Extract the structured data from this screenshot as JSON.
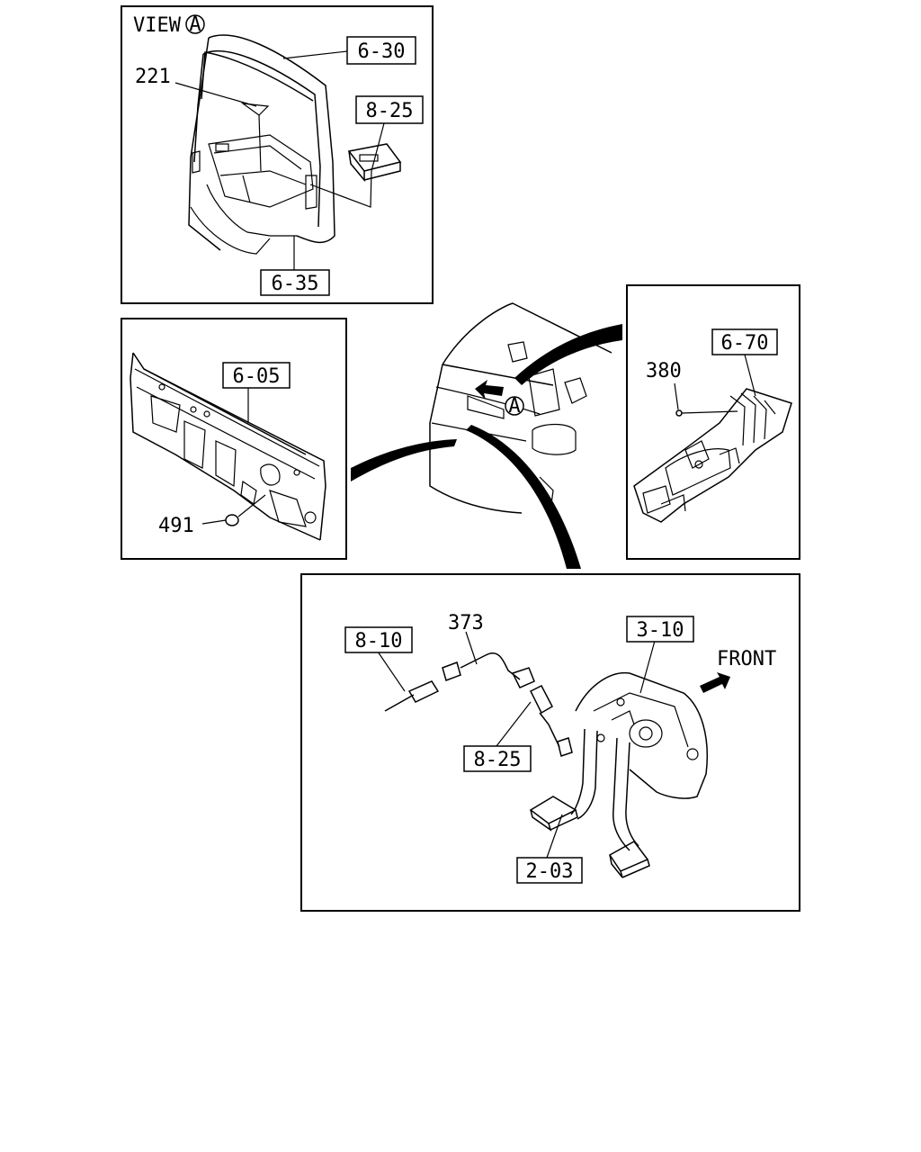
{
  "view_panel": {
    "view_label": "VIEW",
    "view_marker": "A",
    "refs": {
      "r6_30": "6-30",
      "r8_25": "8-25",
      "r6_35": "6-35"
    },
    "parts": {
      "p221": "221"
    }
  },
  "dash_panel": {
    "refs": {
      "r6_05": "6-05"
    },
    "parts": {
      "p491": "491"
    }
  },
  "cab_overview": {
    "view_marker": "A"
  },
  "floor_panel": {
    "refs": {
      "r6_70": "6-70"
    },
    "parts": {
      "p380": "380"
    }
  },
  "pedal_panel": {
    "refs": {
      "r8_10": "8-10",
      "r3_10": "3-10",
      "r8_25": "8-25",
      "r2_03": "2-03"
    },
    "parts": {
      "p373": "373"
    },
    "direction_label": "FRONT"
  }
}
